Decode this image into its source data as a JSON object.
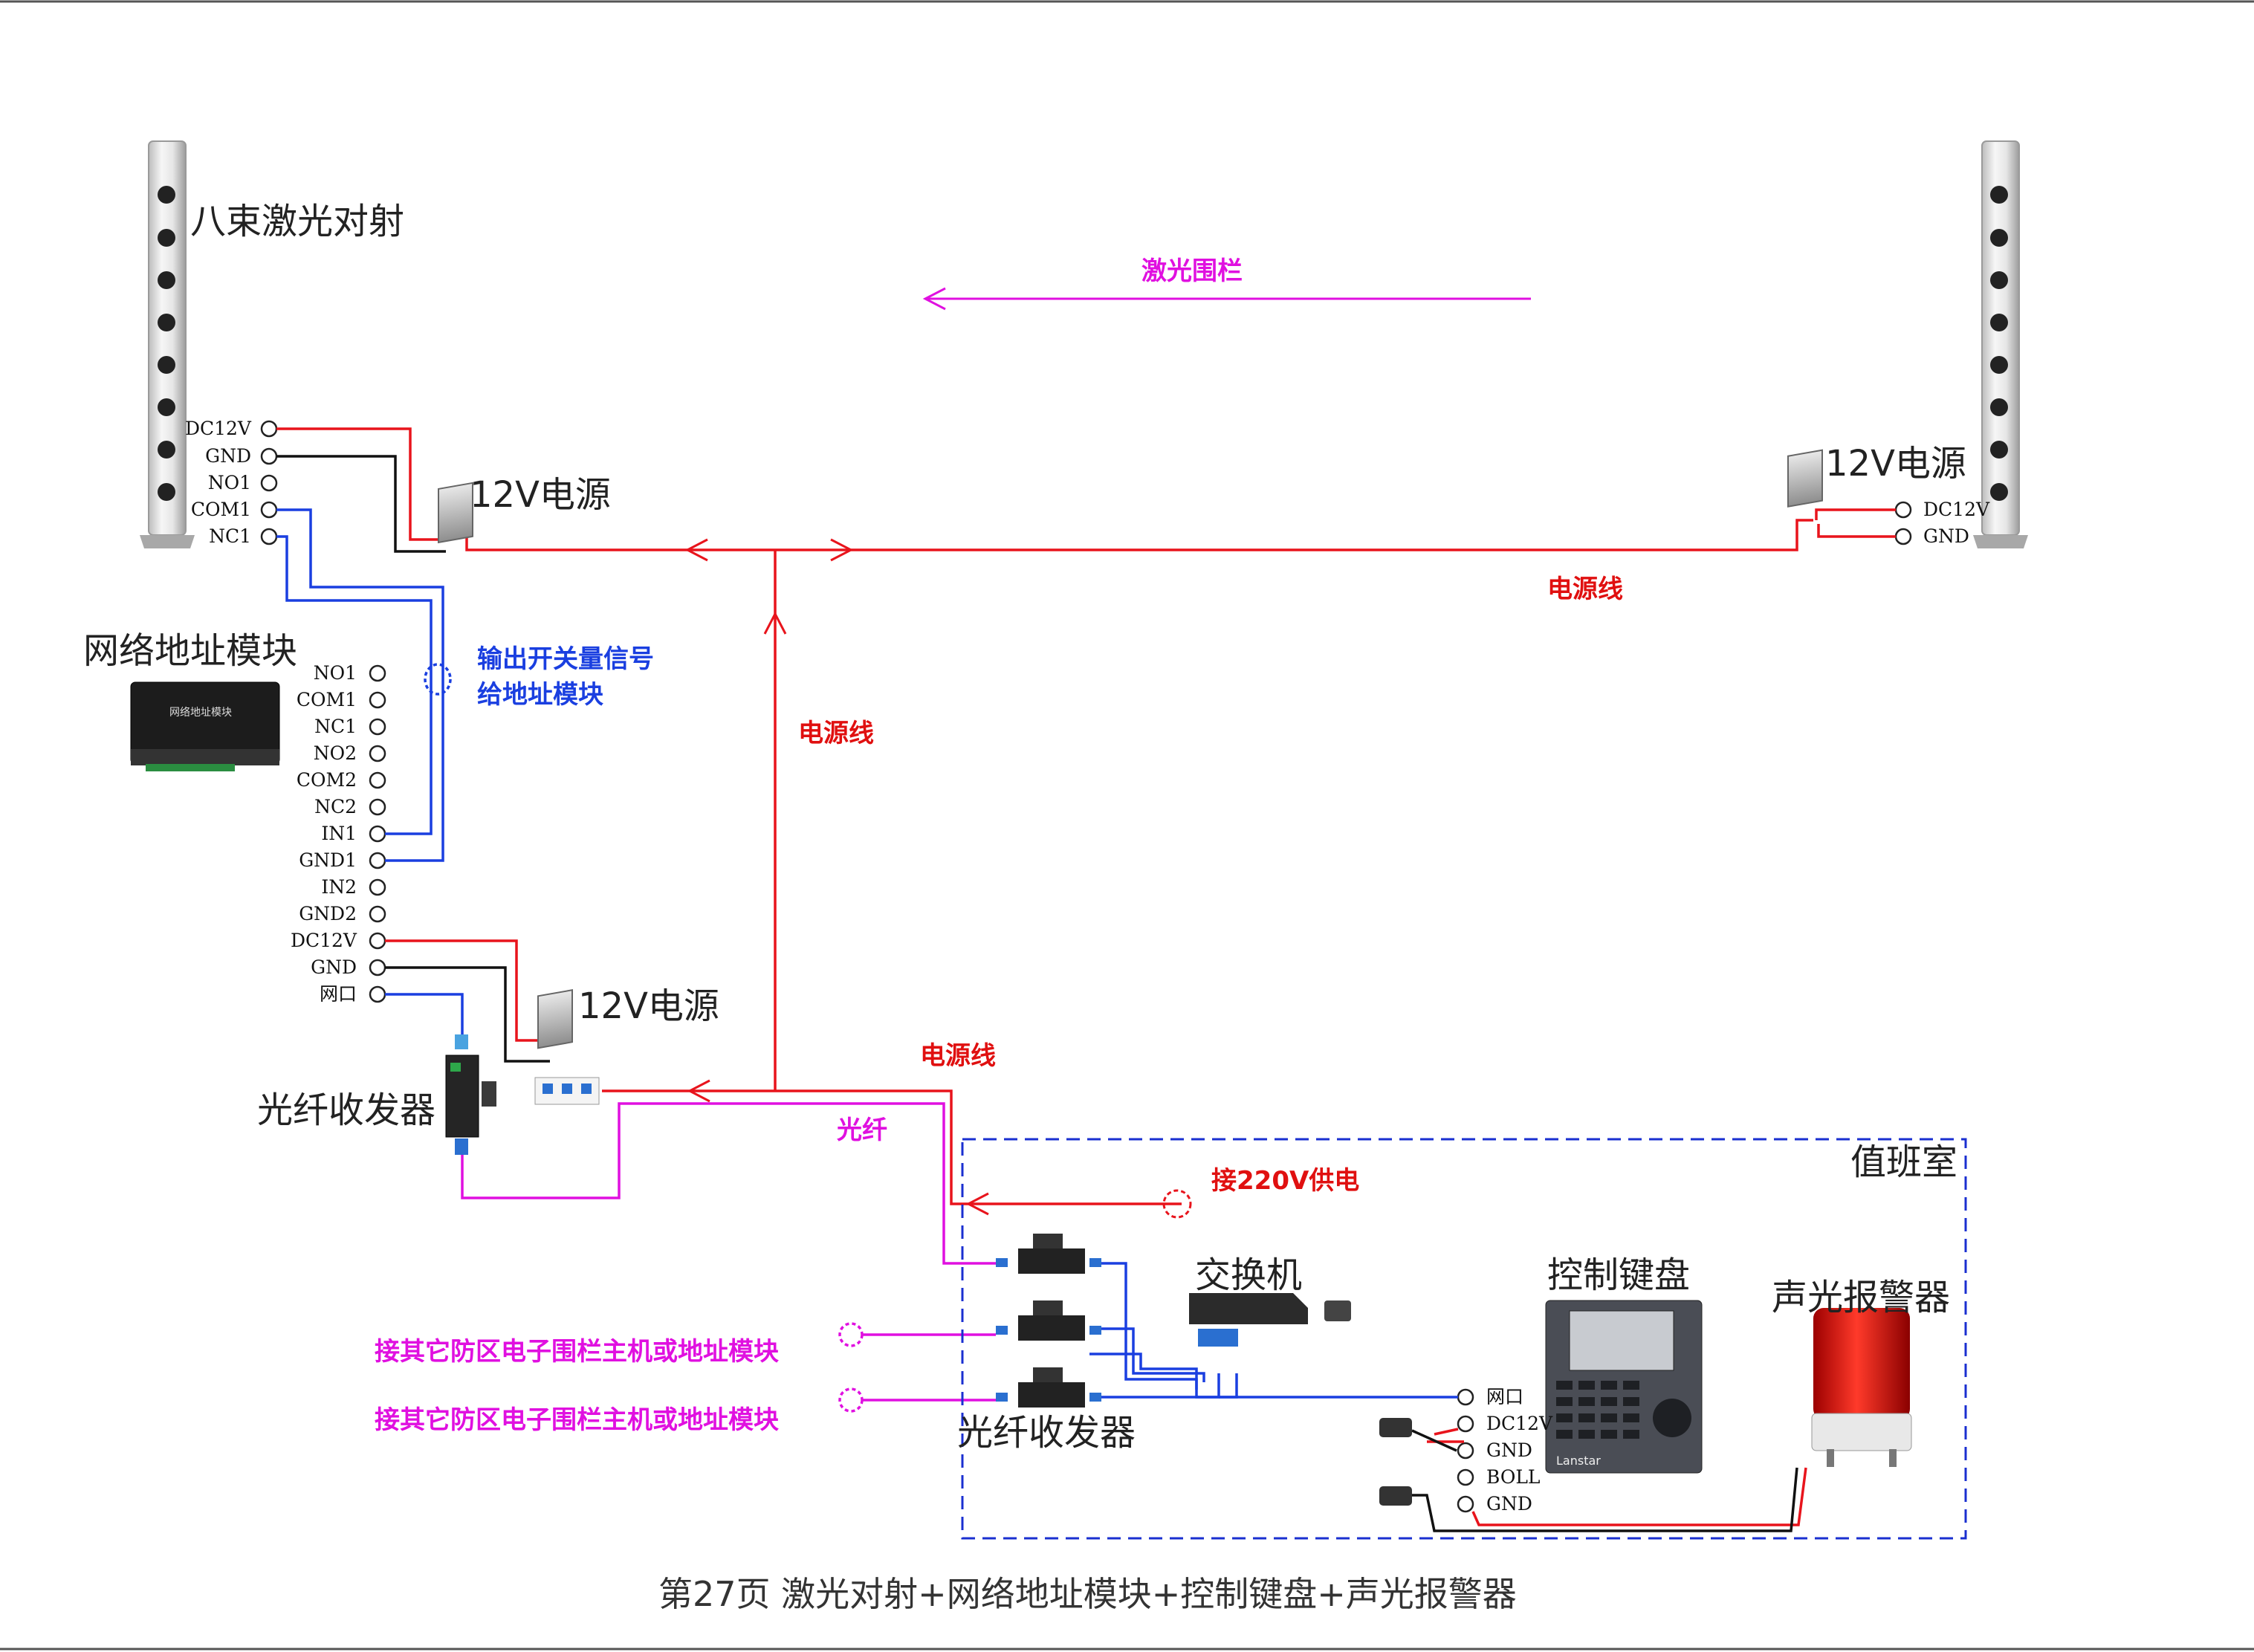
{
  "labels": {
    "laser_title": "八束激光对射",
    "laser_fence": "激光围栏",
    "psu_left": "12V电源",
    "psu_right": "12V电源",
    "psu_bottom": "12V电源",
    "power_line_1": "电源线",
    "power_line_2": "电源线",
    "power_line_3": "电源线",
    "network_module": "网络地址模块",
    "module_face_label": "网络地址模块",
    "switch_signal_1": "输出开关量信号",
    "switch_signal_2": "给地址模块",
    "fiber_transceiver_left": "光纤收发器",
    "fiber": "光纤",
    "duty_room": "值班室",
    "supply_220v": "接220V供电",
    "switch": "交换机",
    "control_keyboard": "控制键盘",
    "keyboard_brand": "Lanstar",
    "alarm": "声光报警器",
    "other_zone_1": "接其它防区电子围栏主机或地址模块",
    "other_zone_2": "接其它防区电子围栏主机或地址模块",
    "fiber_transceiver_right": "光纤收发器",
    "caption": "第27页  激光对射+网络地址模块+控制键盘+声光报警器"
  },
  "laser_left_terminals": [
    "DC12V",
    "GND",
    "NO1",
    "COM1",
    "NC1"
  ],
  "laser_right_terminals": [
    "DC12V",
    "GND"
  ],
  "module_terminals": [
    "NO1",
    "COM1",
    "NC1",
    "NO2",
    "COM2",
    "NC2",
    "IN1",
    "GND1",
    "IN2",
    "GND2",
    "DC12V",
    "GND",
    "网口"
  ],
  "keyboard_terminals": [
    "网口",
    "DC12V",
    "GND",
    "BOLL",
    "GND"
  ],
  "colors": {
    "power": "#e8141c",
    "ground": "#111111",
    "signal": "#1a3fe0",
    "fiber": "#e010e0",
    "duty_border": "#1a2fd0"
  }
}
